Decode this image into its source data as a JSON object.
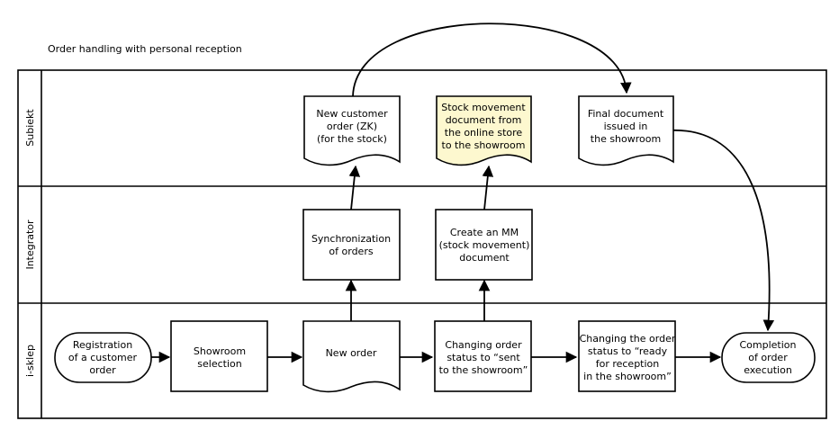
{
  "title": "Order handling with personal reception",
  "lanes": [
    {
      "label": "Subiekt"
    },
    {
      "label": "Integrator"
    },
    {
      "label": "i-sklep"
    }
  ],
  "nodes": {
    "registration": {
      "lines": [
        "Registration",
        "of a customer",
        "order"
      ]
    },
    "showroom_selection": {
      "lines": [
        "Showroom",
        "selection"
      ]
    },
    "new_order": {
      "lines": [
        "New order"
      ]
    },
    "changing_sent": {
      "lines": [
        "Changing order",
        "status to “sent",
        "to the showroom”"
      ]
    },
    "changing_ready": {
      "lines": [
        "Changing the order",
        "status to “ready",
        "for reception",
        "in the showroom”"
      ]
    },
    "completion": {
      "lines": [
        "Completion",
        "of order",
        "execution"
      ]
    },
    "sync_orders": {
      "lines": [
        "Synchronization",
        "of orders"
      ]
    },
    "create_mm": {
      "lines": [
        "Create an MM",
        "(stock movement)",
        "document"
      ]
    },
    "new_customer_order": {
      "lines": [
        "New customer",
        "order (ZK)",
        "(for the stock)"
      ]
    },
    "stock_movement_doc": {
      "lines": [
        "Stock movement",
        "document from",
        "the online store",
        "to the showroom"
      ]
    },
    "final_document": {
      "lines": [
        "Final document",
        "issued in",
        "the showroom"
      ]
    }
  },
  "colors": {
    "highlight": "#fdf8cf",
    "stroke": "#000000",
    "background": "#ffffff"
  }
}
